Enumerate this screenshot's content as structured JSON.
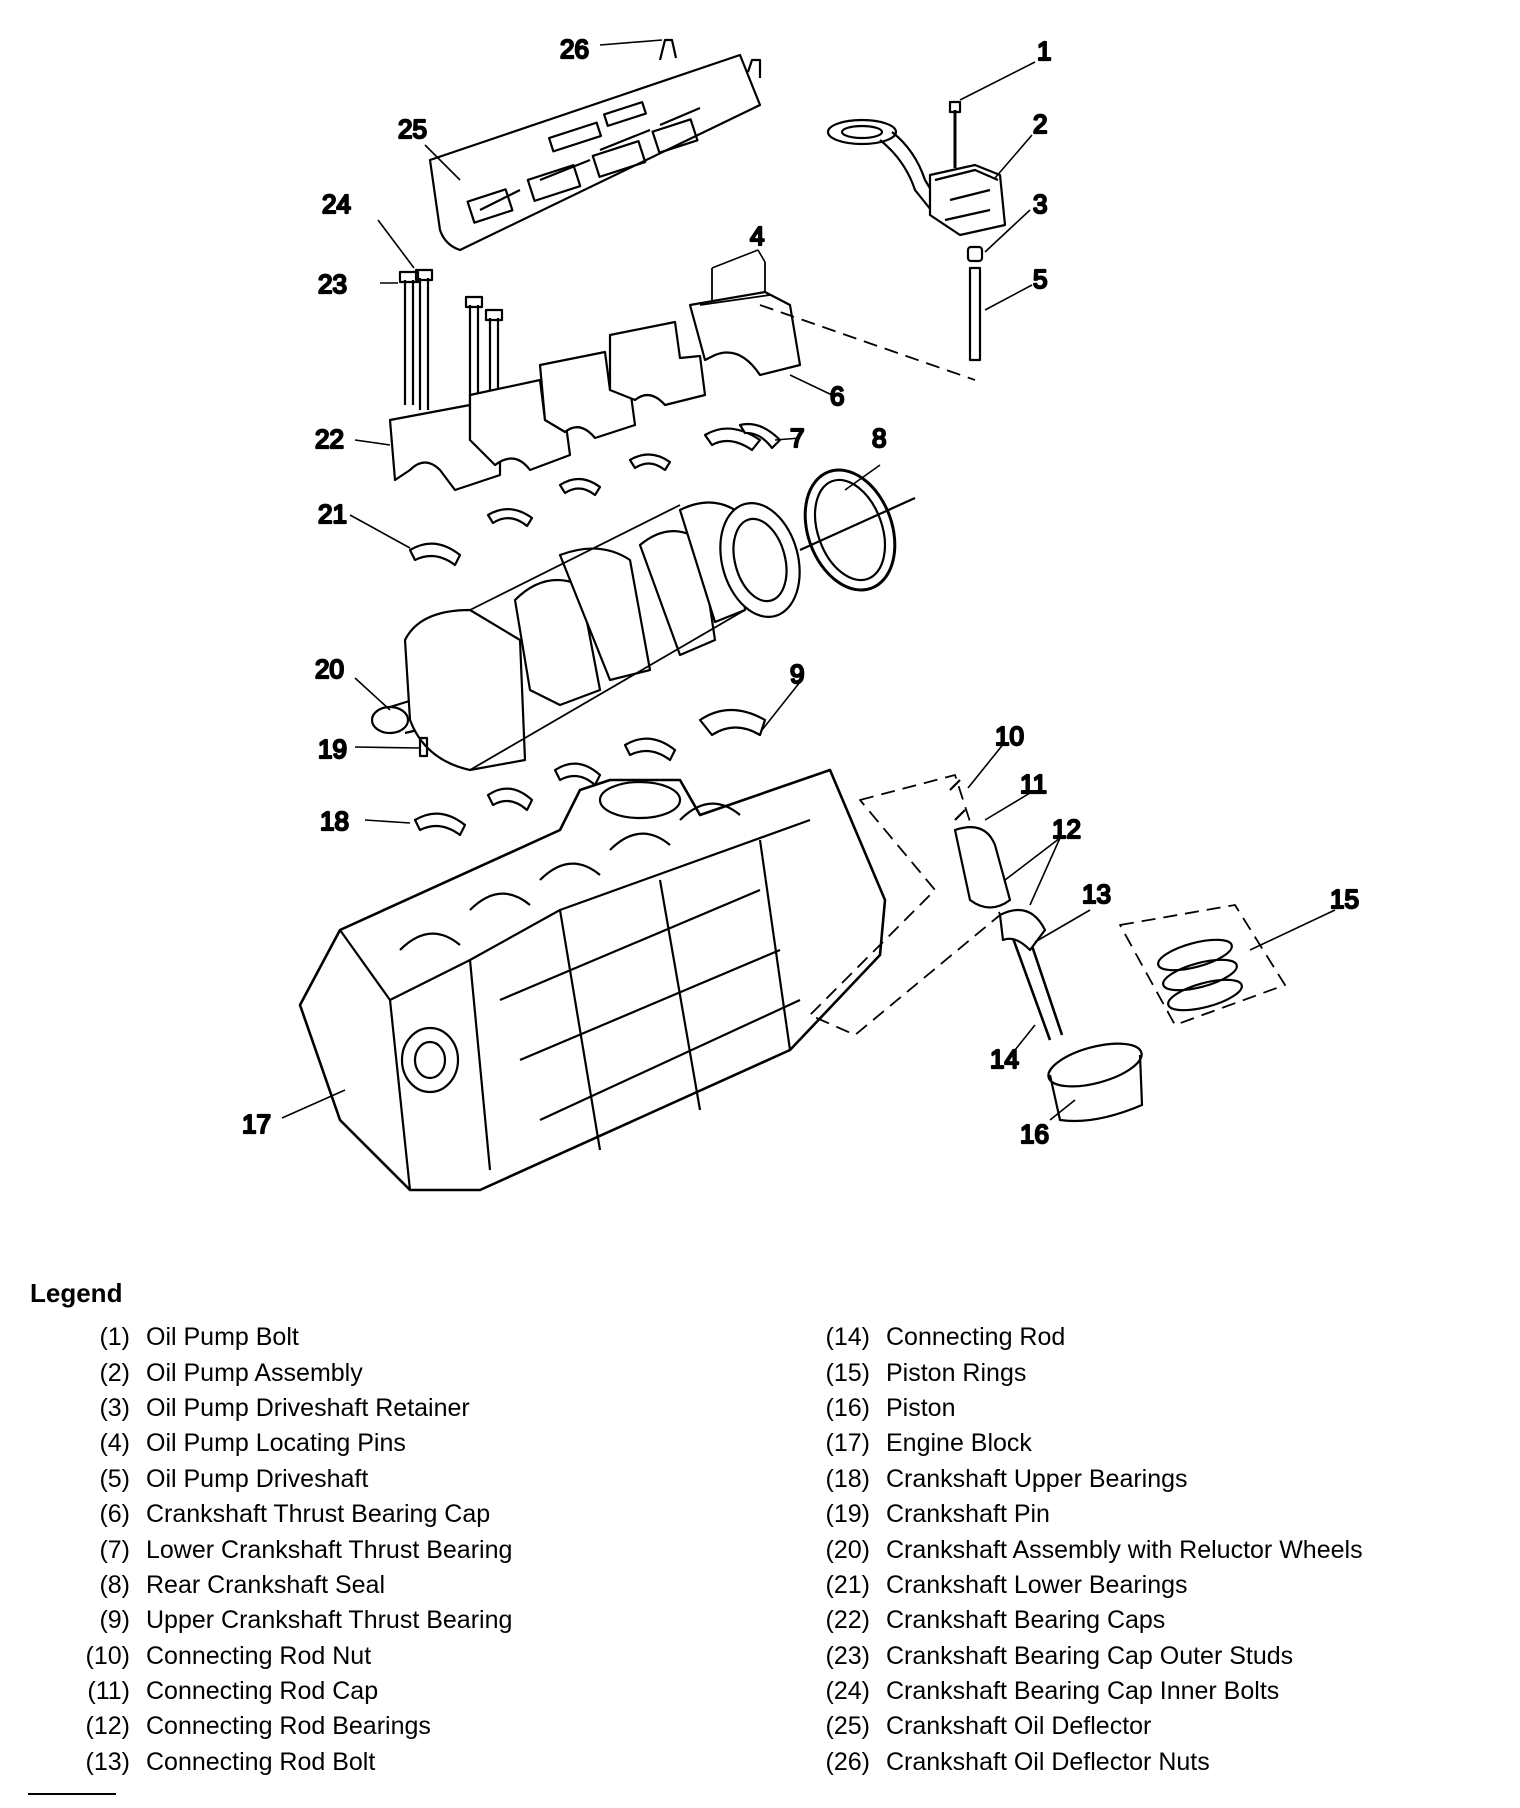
{
  "callouts": [
    "1",
    "2",
    "3",
    "4",
    "5",
    "6",
    "7",
    "8",
    "9",
    "10",
    "11",
    "12",
    "13",
    "14",
    "15",
    "16",
    "17",
    "18",
    "19",
    "20",
    "21",
    "22",
    "23",
    "24",
    "25",
    "26"
  ],
  "legend": {
    "title": "Legend",
    "left": [
      {
        "num": "(1)",
        "label": "Oil Pump Bolt"
      },
      {
        "num": "(2)",
        "label": "Oil Pump Assembly"
      },
      {
        "num": "(3)",
        "label": "Oil Pump Driveshaft Retainer"
      },
      {
        "num": "(4)",
        "label": "Oil Pump Locating Pins"
      },
      {
        "num": "(5)",
        "label": "Oil Pump Driveshaft"
      },
      {
        "num": "(6)",
        "label": "Crankshaft Thrust Bearing Cap"
      },
      {
        "num": "(7)",
        "label": "Lower Crankshaft Thrust Bearing"
      },
      {
        "num": "(8)",
        "label": "Rear Crankshaft Seal"
      },
      {
        "num": "(9)",
        "label": "Upper Crankshaft Thrust Bearing"
      },
      {
        "num": "(10)",
        "label": "Connecting Rod Nut"
      },
      {
        "num": "(11)",
        "label": "Connecting Rod Cap"
      },
      {
        "num": "(12)",
        "label": "Connecting Rod Bearings"
      },
      {
        "num": "(13)",
        "label": "Connecting Rod Bolt"
      }
    ],
    "right": [
      {
        "num": "(14)",
        "label": "Connecting Rod"
      },
      {
        "num": "(15)",
        "label": "Piston Rings"
      },
      {
        "num": "(16)",
        "label": "Piston"
      },
      {
        "num": "(17)",
        "label": "Engine Block"
      },
      {
        "num": "(18)",
        "label": "Crankshaft Upper Bearings"
      },
      {
        "num": "(19)",
        "label": "Crankshaft Pin"
      },
      {
        "num": "(20)",
        "label": "Crankshaft Assembly with Reluctor Wheels"
      },
      {
        "num": "(21)",
        "label": "Crankshaft Lower Bearings"
      },
      {
        "num": "(22)",
        "label": "Crankshaft Bearing Caps"
      },
      {
        "num": "(23)",
        "label": "Crankshaft Bearing Cap Outer Studs"
      },
      {
        "num": "(24)",
        "label": "Crankshaft Bearing Cap Inner Bolts"
      },
      {
        "num": "(25)",
        "label": "Crankshaft Oil Deflector"
      },
      {
        "num": "(26)",
        "label": "Crankshaft Oil Deflector Nuts"
      }
    ]
  }
}
